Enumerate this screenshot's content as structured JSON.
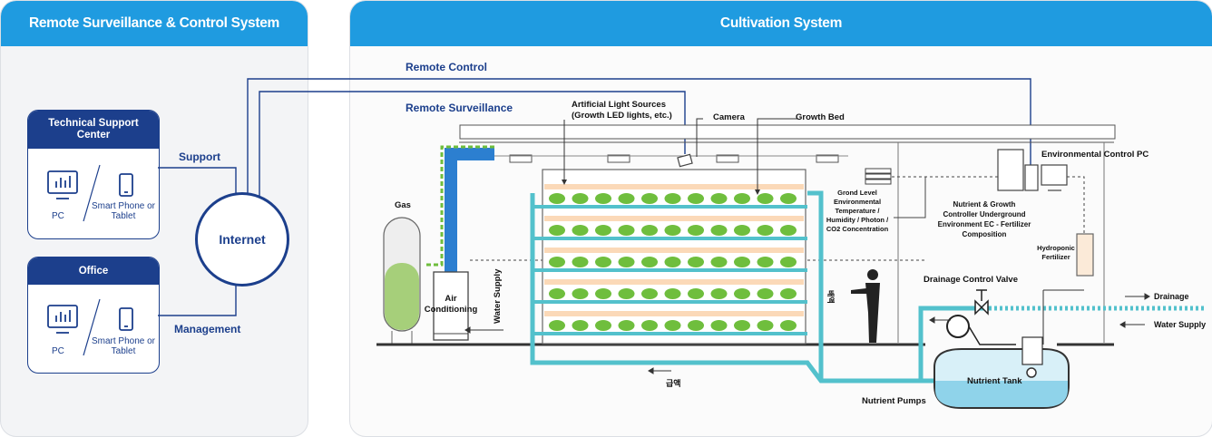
{
  "left_panel": {
    "title": "Remote Surveillance & Control System",
    "cards": [
      {
        "title": "Technical Support Center",
        "pc": "PC",
        "mobile": "Smart Phone or Tablet"
      },
      {
        "title": "Office",
        "pc": "PC",
        "mobile": "Smart Phone or Tablet"
      }
    ],
    "support": "Support",
    "management": "Management",
    "internet": "Internet"
  },
  "right_panel": {
    "title": "Cultivation System",
    "remote_control": "Remote Control",
    "remote_surveillance": "Remote Surveillance",
    "labels": {
      "light_sources": "Artificial Light Sources",
      "light_sources_sub": "(Growth LED lights, etc.)",
      "camera": "Camera",
      "growth_bed": "Growth Bed",
      "gas": "Gas",
      "air_conditioning": "Air Conditioning",
      "water_supply_vertical": "Water Supply",
      "ground_env": "Grond Level Environmental Temperature / Humidity / Photon / CO2 Concentration",
      "env_pc": "Environmental Control PC",
      "nutrient_controller": "Nutrient & Growth Controller Underground Environment EC - Fertilizer Composition",
      "hydroponic": "Hydroponic Fertilizer",
      "drainage_valve": "Drainage Control Valve",
      "drainage": "Drainage",
      "water_supply": "Water Supply",
      "nutrient_tank": "Nutrient Tank",
      "nutrient_pumps": "Nutrient Pumps",
      "korean_supply": "급액",
      "korean_drain": "배액"
    }
  },
  "colors": {
    "header_blue": "#1f9be0",
    "navy": "#1c3f8c",
    "pipe_teal": "#53c1cc",
    "plant_green": "#6fbe3d"
  }
}
